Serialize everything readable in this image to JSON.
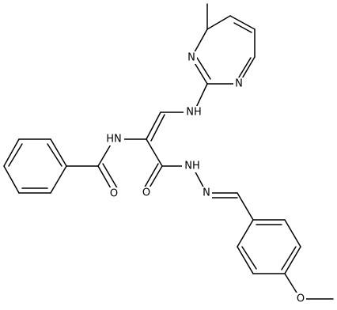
{
  "atoms": {
    "n_ring_upper": "N",
    "n_ring_lower": "N",
    "nh_upper": "NH",
    "hn_benzamide": "HN",
    "o_benzamide": "O",
    "o_hydrazide": "O",
    "nh_hydrazide": "NH",
    "n_hydrazone": "N",
    "o_methoxy": "O"
  },
  "colors": {
    "bond": "#000000",
    "label": "#000000",
    "background": "#ffffff"
  }
}
